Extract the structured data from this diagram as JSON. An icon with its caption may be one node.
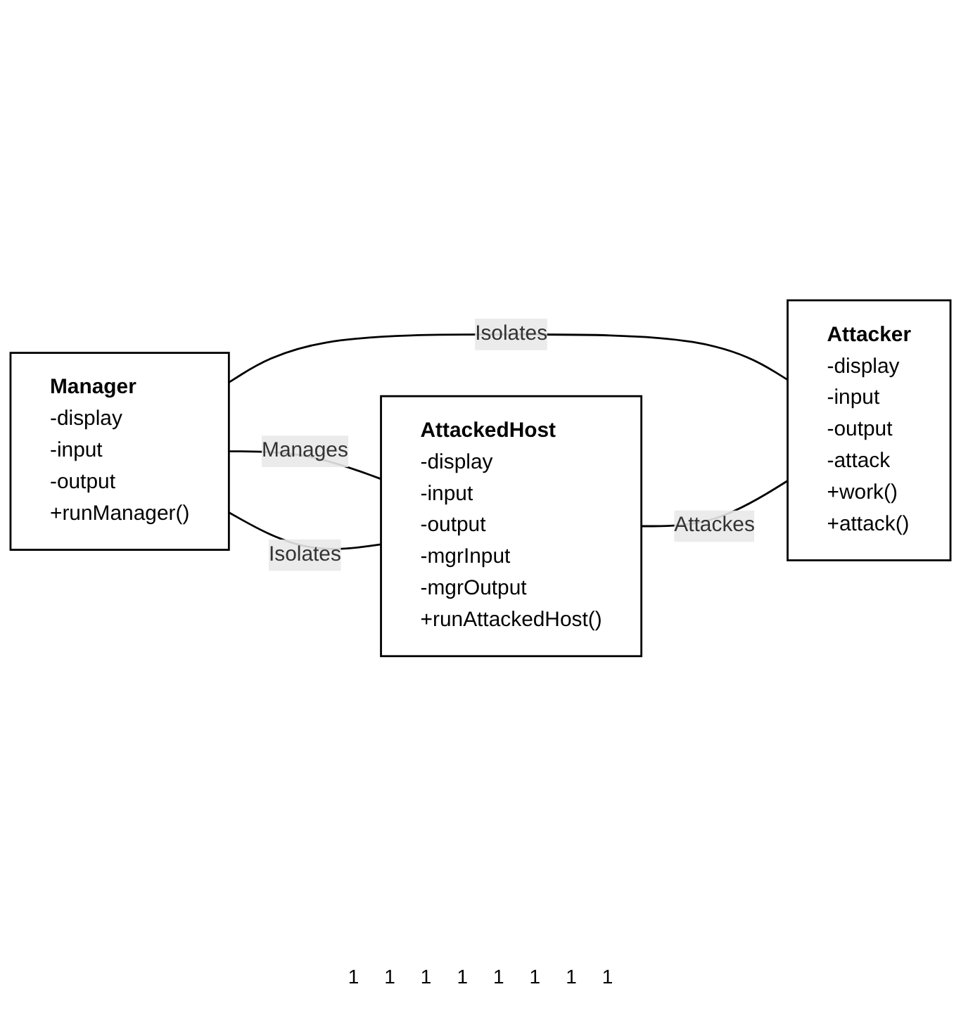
{
  "diagram": {
    "nodes": [
      {
        "text": [
          "AttackedHost",
          "-display -input -output -mgrInput -mgrOutput",
          "+runAttackedHost()"
        ]
      },
      {
        "text": [
          "Manager",
          "-display -input -output",
          "+runManager()"
        ]
      },
      {
        "text": [
          "Attacker",
          "-display -input -output -attack",
          "+work() +attack()"
        ]
      }
    ],
    "edges": [
      {
        "from": 1,
        "to": 0,
        "arrow": "none",
        "label": "Manages"
      },
      {
        "from": 1,
        "to": 0,
        "arrow": "none",
        "label": "Isolates"
      },
      {
        "from": 1,
        "to": 2,
        "arrow": "none",
        "label": "Isolates"
      },
      {
        "from": 0,
        "to": 2,
        "arrow": "none",
        "label": "Attackes"
      }
    ],
    "labels": [
      "1",
      "1",
      "1",
      "1",
      "1",
      "1",
      "1",
      "1"
    ]
  }
}
